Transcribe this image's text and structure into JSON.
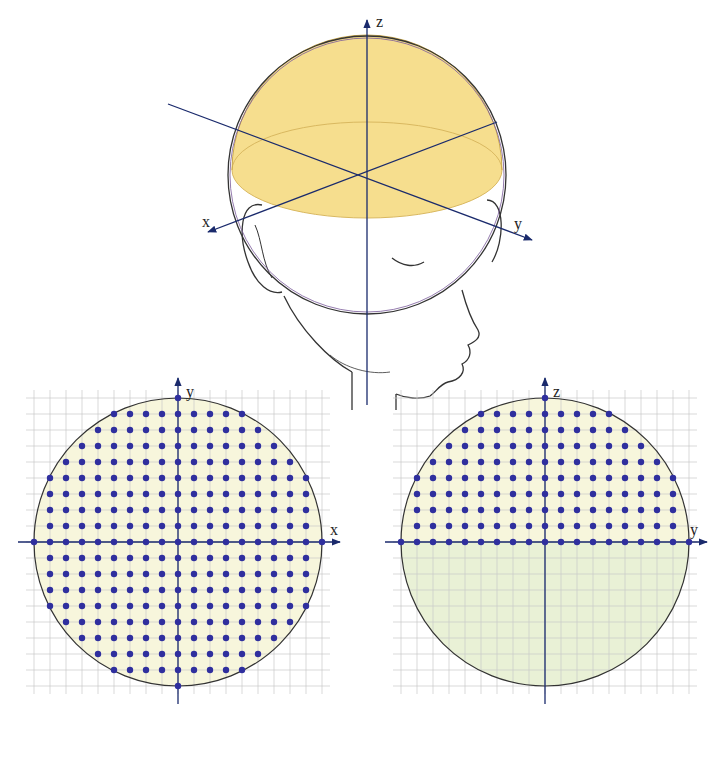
{
  "diagram": {
    "labels": [
      "z",
      "x",
      "y",
      "y",
      "x",
      "z",
      "y"
    ]
  }
}
